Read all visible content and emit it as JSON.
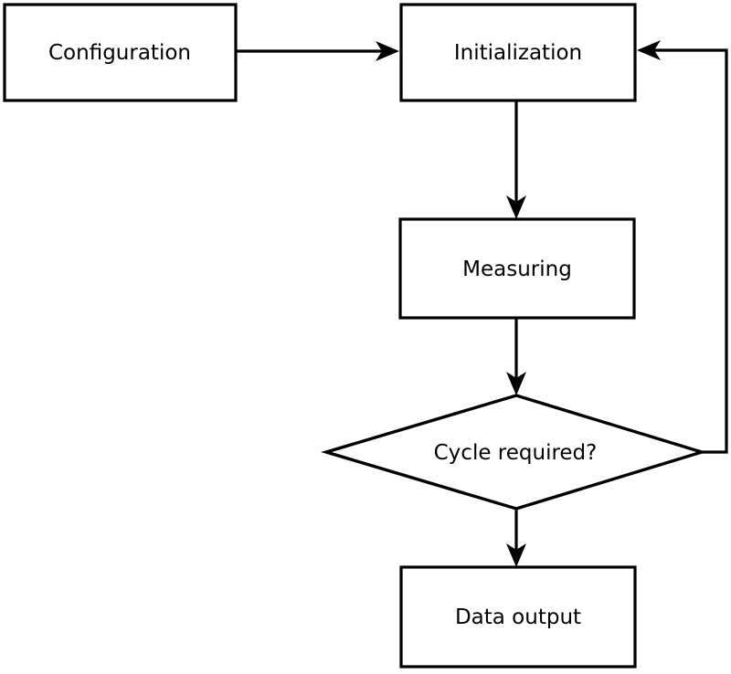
{
  "diagram": {
    "type": "flowchart",
    "background_color": "#ffffff",
    "stroke_color": "#000000",
    "node_fill_color": "#ffffff",
    "text_color": "#000000",
    "nodes": [
      {
        "id": "configuration",
        "label": "Configuration",
        "shape": "rect"
      },
      {
        "id": "initialization",
        "label": "Initialization",
        "shape": "rect"
      },
      {
        "id": "measuring",
        "label": "Measuring",
        "shape": "rect"
      },
      {
        "id": "cycle-required",
        "label": "Cycle required?",
        "shape": "diamond"
      },
      {
        "id": "data-output",
        "label": "Data output",
        "shape": "rect"
      }
    ],
    "edges": [
      {
        "from": "configuration",
        "to": "initialization",
        "direction": "right"
      },
      {
        "from": "initialization",
        "to": "measuring",
        "direction": "down"
      },
      {
        "from": "measuring",
        "to": "cycle-required",
        "direction": "down"
      },
      {
        "from": "cycle-required",
        "to": "data-output",
        "direction": "down"
      },
      {
        "from": "cycle-required",
        "to": "initialization",
        "direction": "right-up-left",
        "note": "feedback loop"
      }
    ]
  }
}
